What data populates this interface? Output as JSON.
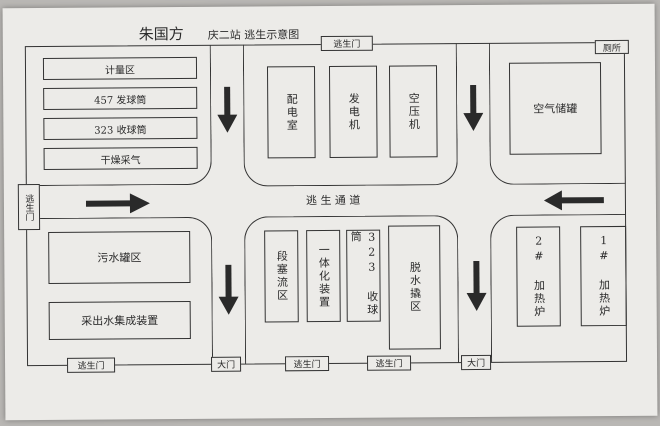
{
  "title": {
    "author": "朱国方",
    "subtitle": "庆二站 逃生示意图"
  },
  "gates": {
    "top_escape": "逃生门",
    "left_escape": "逃生门",
    "top_right_toilet": "厕所",
    "bottom_left_escape": "逃生门",
    "bottom_main_left": "大门",
    "bottom_escape_2": "逃生门",
    "bottom_escape_3": "逃生门",
    "bottom_main_right": "大门"
  },
  "corridor_label": "逃 生 通 道",
  "top_left": {
    "items": [
      "计量区",
      "457 发球筒",
      "323 收球筒",
      "干燥采气"
    ]
  },
  "top_middle": {
    "items": [
      "配电室",
      "发电机",
      "空压机"
    ]
  },
  "top_right": {
    "items": [
      "空气储罐"
    ]
  },
  "bottom_left": {
    "items": [
      "污水罐区",
      "采出水集成装置"
    ]
  },
  "bottom_middle": {
    "items": [
      "段塞流区",
      "一体化装置",
      "323 收球筒",
      "脱水撬区"
    ]
  },
  "bottom_right": {
    "items": [
      "2# 加热炉",
      "1# 加热炉"
    ]
  }
}
